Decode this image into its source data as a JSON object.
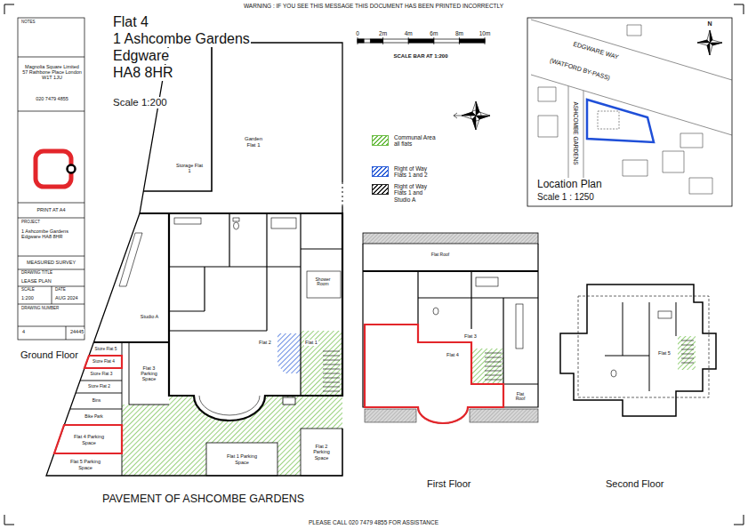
{
  "diagram": {
    "title": "Flat 4",
    "nodes": [
      {
        "text": [
          "NOTES"
        ]
      },
      {
        "text": [
          "Magnolia Square Limited 57 Rathbone Place London W1T 1JU",
          "020 7479 4855"
        ]
      },
      {
        "text": [
          "PRINT AT A4"
        ]
      },
      {
        "text": [
          "PROJECT",
          "1 Ashcombe Gardens Edgware HA8 8HR"
        ]
      },
      {
        "text": [
          "MEASURED SURVEY"
        ]
      },
      {
        "text": [
          "DRAWING TITLE",
          "LEASE PLAN"
        ]
      },
      {
        "text": [
          "SCALE",
          "1:200"
        ]
      },
      {
        "text": [
          "DATE",
          "AUG 2024"
        ]
      },
      {
        "text": [
          "DRAWING NUMBER",
          "4",
          "24445"
        ]
      },
      {
        "text": [
          "Location Plan",
          "Scale 1 : 1250"
        ]
      },
      {
        "text": [
          "Garden Flat 1"
        ]
      },
      {
        "text": [
          "Storage Flat 1"
        ]
      },
      {
        "text": [
          "Studio A"
        ]
      },
      {
        "text": [
          "Shower Room"
        ]
      },
      {
        "text": [
          "Flat 2"
        ]
      },
      {
        "text": [
          "Flat 1"
        ]
      },
      {
        "text": [
          "Flat 3 Parking Space"
        ]
      },
      {
        "text": [
          "Store Flat 5"
        ]
      },
      {
        "text": [
          "Store Flat 4"
        ]
      },
      {
        "text": [
          "Store Flat 3"
        ]
      },
      {
        "text": [
          "Store Flat 2"
        ]
      },
      {
        "text": [
          "Bins"
        ]
      },
      {
        "text": [
          "Bike Park"
        ]
      },
      {
        "text": [
          "Flat 4 Parking Space"
        ]
      },
      {
        "text": [
          "Flat 5 Parking Space"
        ]
      },
      {
        "text": [
          "Flat 1 Parking Space"
        ]
      },
      {
        "text": [
          "Flat 2 Parking Space"
        ]
      },
      {
        "text": [
          "Flat Roof"
        ]
      },
      {
        "text": [
          "Flat 4"
        ]
      },
      {
        "text": [
          "Flat 3"
        ]
      },
      {
        "text": [
          "Flat Roof"
        ]
      },
      {
        "text": [
          "Flat 5"
        ]
      }
    ],
    "labels": [
      "WARNING : IF YOU SEE THIS MESSAGE THIS DOCUMENT HAS BEEN PRINTED INCORRECTLY",
      "1 Ashcombe Gardens",
      "Edgware",
      "HA8 8HR",
      "Scale 1:200",
      "0",
      "2m",
      "4m",
      "6m",
      "8m",
      "10m",
      "SCALE BAR AT 1:200",
      "N",
      "EDGWARE WAY",
      "(WATFORD BY-PASS)",
      "ASHCOMBE GARDENS",
      "Ground Floor",
      "First Floor",
      "Second Floor",
      "PAVEMENT OF ASHCOMBE GARDENS",
      "PLEASE CALL 020 7479 4855 FOR ASSISTANCE"
    ],
    "legend": [
      {
        "text": "Communal Area all flats",
        "color": "#6cbd45"
      },
      {
        "text": "Right of Way Flats 1 and 2",
        "color": "#2d5fd8"
      },
      {
        "text": "Right of Way Flats 1 and Studio A",
        "color": "#222222"
      }
    ]
  }
}
